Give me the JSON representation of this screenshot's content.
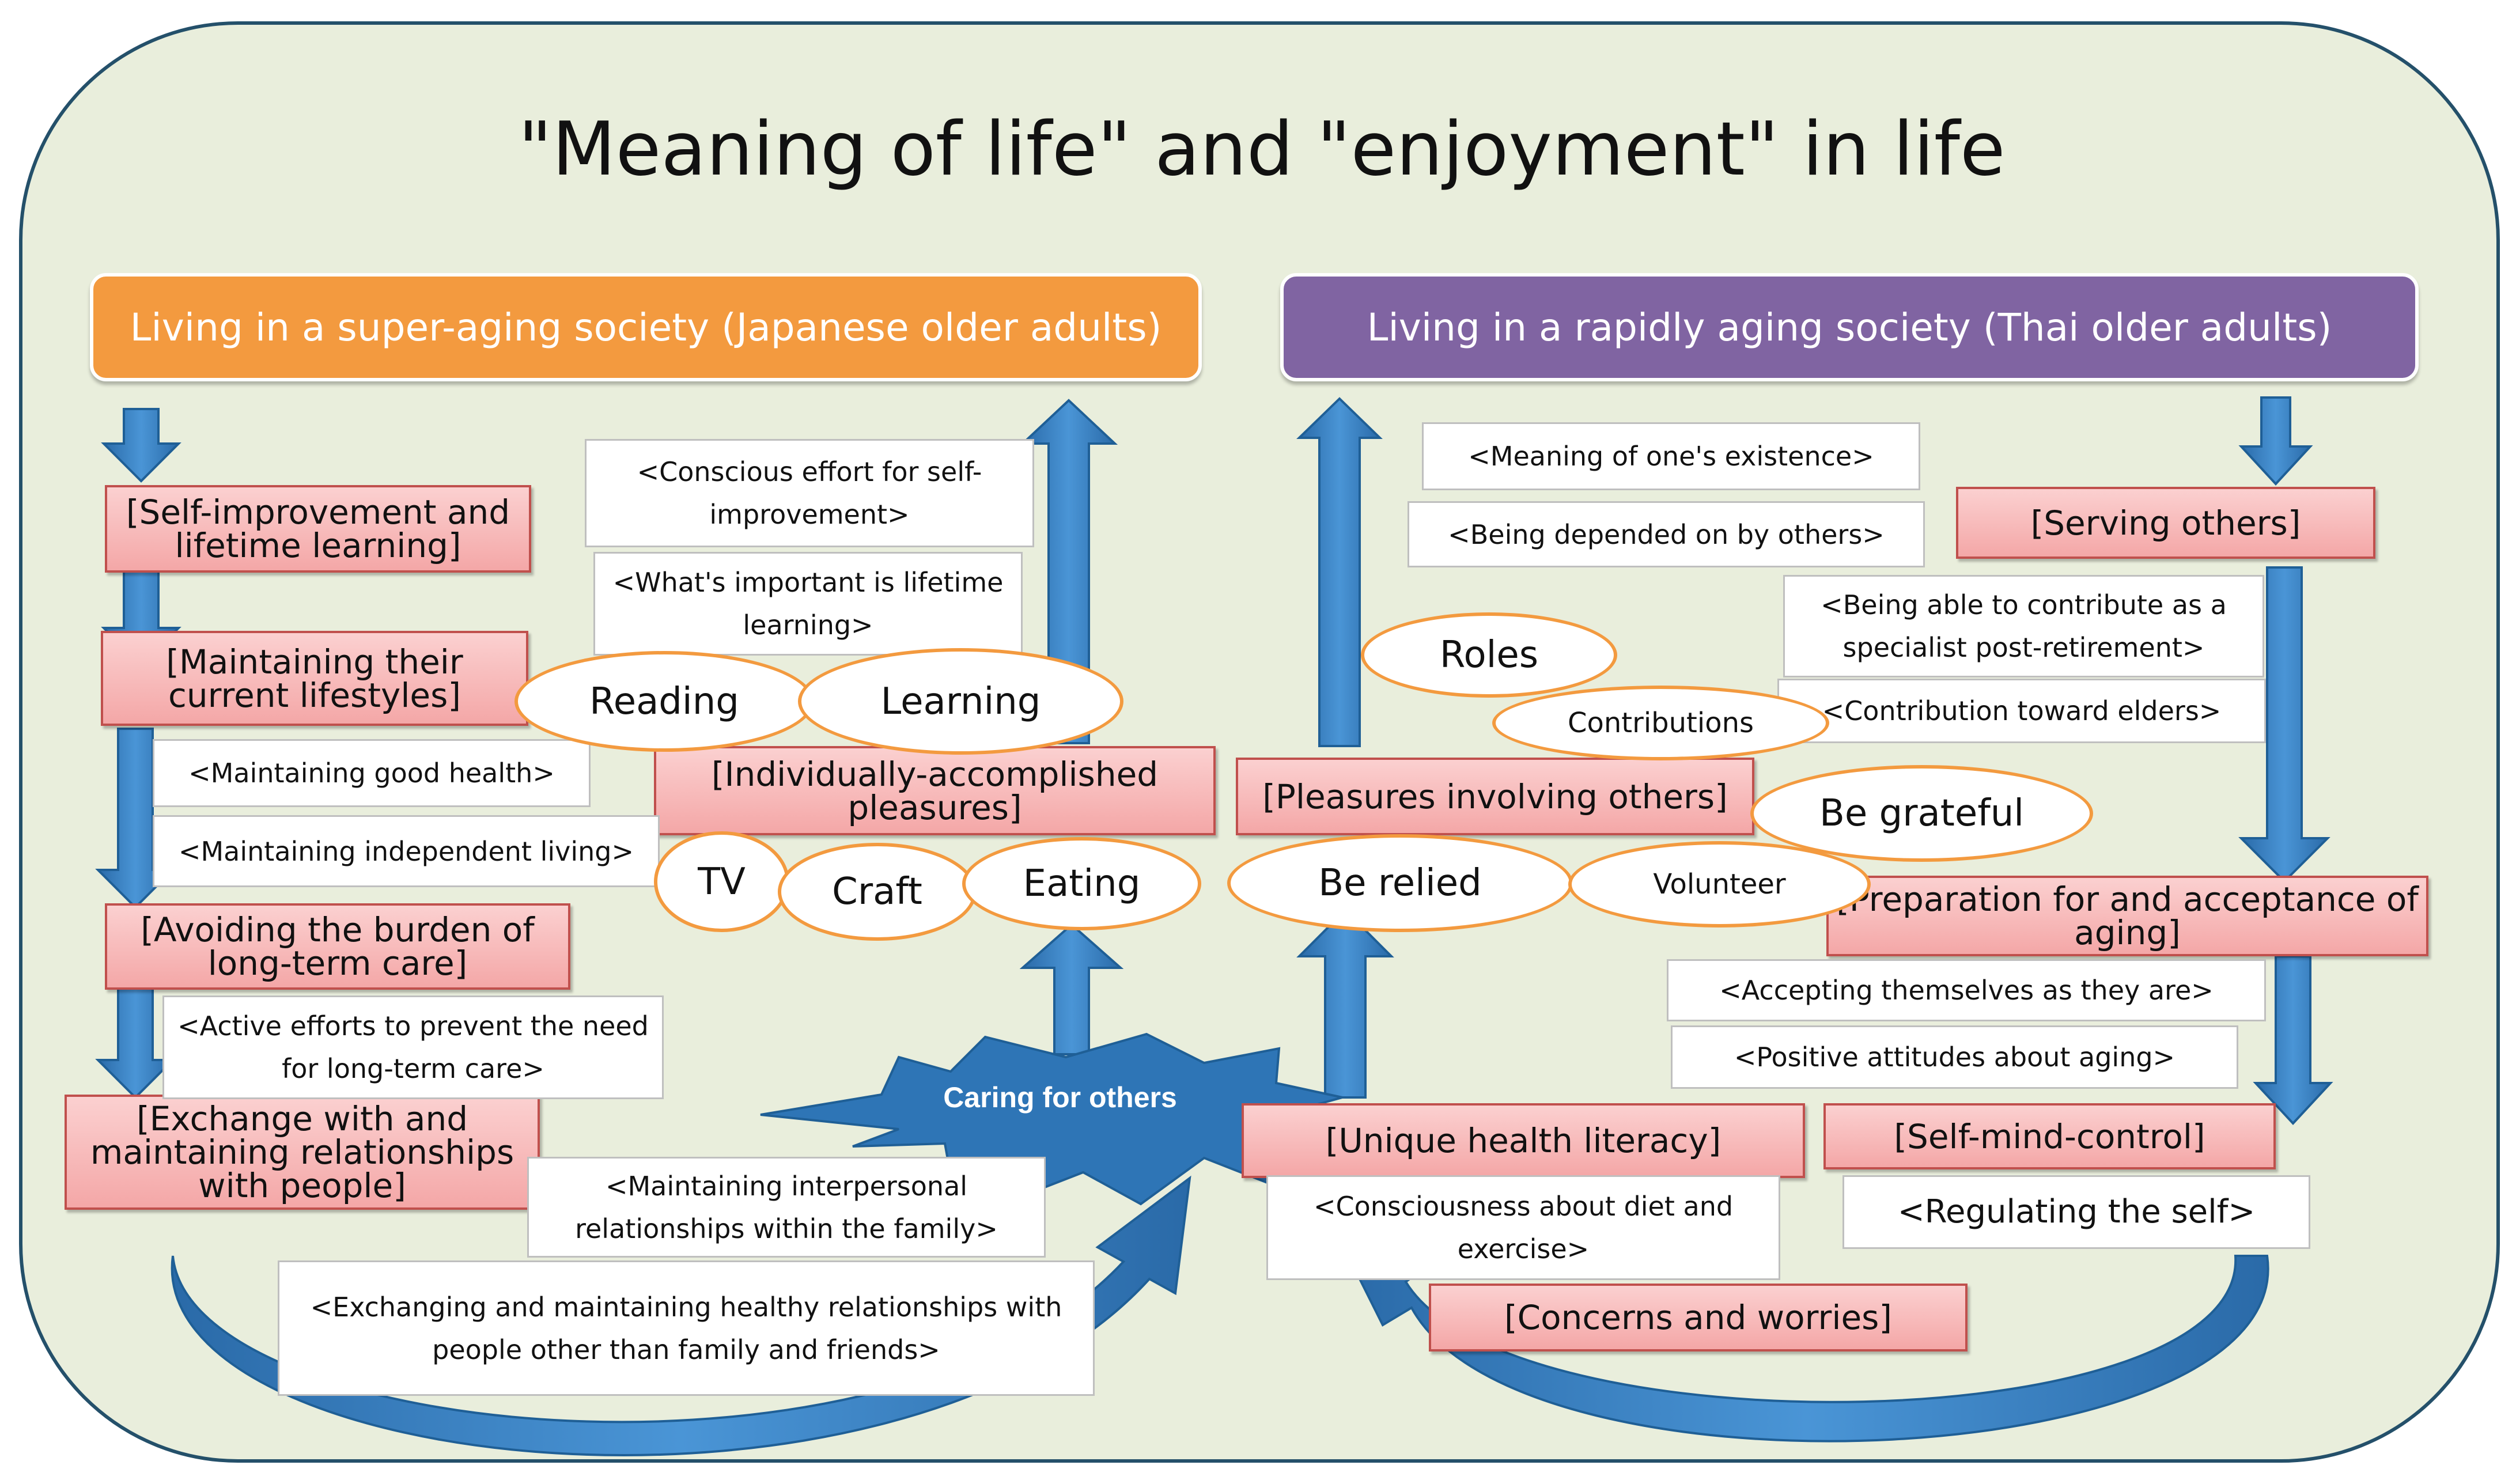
{
  "title": "\"Meaning of life\" and \"enjoyment\" in life",
  "japan": {
    "header": "Living in a super-aging society (Japanese older adults)",
    "categories": [
      "[Self-improvement and lifetime learning]",
      "[Maintaining their current lifestyles]",
      "[Avoiding the burden of long-term care]",
      "[Exchange with and maintaining relationships with people]",
      "[Individually-accomplished pleasures]"
    ],
    "subcategories": [
      "<Conscious effort for self-improvement>",
      "<What's important is lifetime learning>",
      "<Maintaining good health>",
      "<Maintaining independent living>",
      "<Active efforts to prevent the need for long-term care>",
      "<Maintaining interpersonal relationships within the family>",
      "<Exchanging and maintaining healthy relationships with people other than family and friends>"
    ],
    "activities": [
      "Reading",
      "Learning",
      "TV",
      "Craft",
      "Eating"
    ]
  },
  "thai": {
    "header": "Living in a rapidly aging society (Thai older adults)",
    "categories": [
      "[Serving others]",
      "[Pleasures involving others]",
      "[Preparation for and acceptance of aging]",
      "[Unique health literacy]",
      "[Self-mind-control]",
      "[Concerns and worries]"
    ],
    "subcategories": [
      "<Meaning of one's existence>",
      "<Being depended on by others>",
      "<Being able to contribute as a specialist post-retirement>",
      "<Contribution toward elders>",
      "<Accepting themselves as they are>",
      "<Positive attitudes about aging>",
      "<Consciousness about diet and exercise>",
      "<Regulating the self>"
    ],
    "activities": [
      "Roles",
      "Contributions",
      "Be grateful",
      "Be relied",
      "Volunteer"
    ]
  },
  "center": "Caring for others",
  "colors": {
    "frame_fill": "#e9eedc",
    "frame_border": "#24506a",
    "japan_header": "#f39a3f",
    "thai_header": "#8064a2",
    "category_border": "#c0504d",
    "activity_border": "#f39a3f",
    "arrow": "#2e75b6",
    "star": "#2e75b6"
  }
}
